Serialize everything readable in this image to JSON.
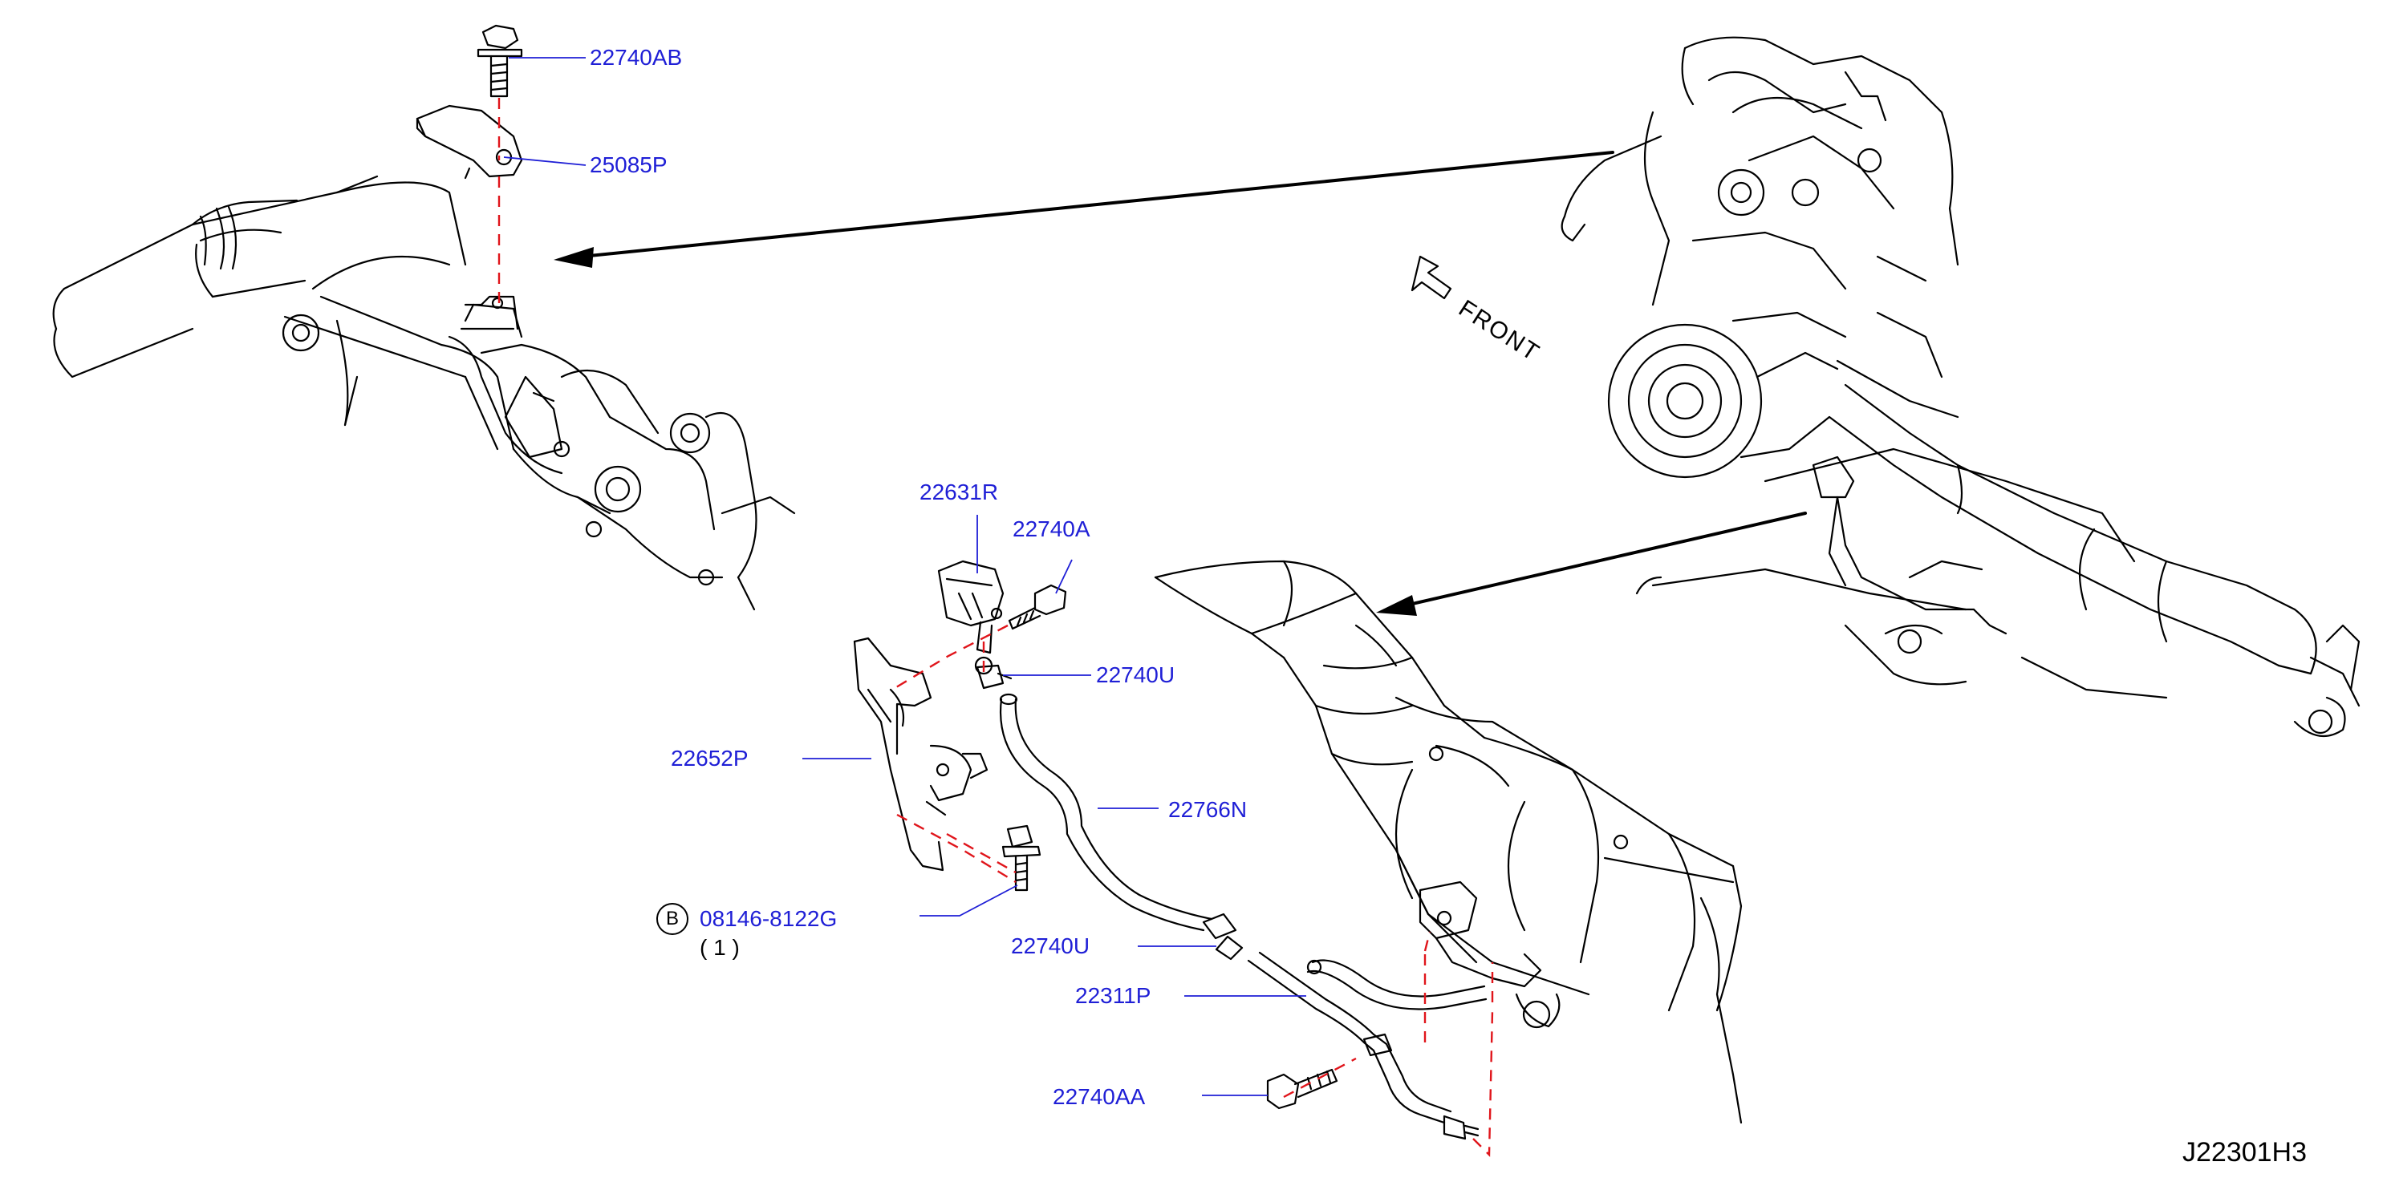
{
  "diagram_code": "J22301H3",
  "front_label": "FRONT",
  "bolt_symbol": "B",
  "parts": [
    {
      "id": "p_22740AB",
      "label": "22740AB"
    },
    {
      "id": "p_25085P",
      "label": "25085P"
    },
    {
      "id": "p_22631R",
      "label": "22631R"
    },
    {
      "id": "p_22740A",
      "label": "22740A"
    },
    {
      "id": "p_22740U_top",
      "label": "22740U"
    },
    {
      "id": "p_22652P",
      "label": "22652P"
    },
    {
      "id": "p_22766N",
      "label": "22766N"
    },
    {
      "id": "p_08146",
      "label": "08146-8122G"
    },
    {
      "id": "p_22740U_bottom",
      "label": "22740U"
    },
    {
      "id": "p_22311P",
      "label": "22311P"
    },
    {
      "id": "p_22740AA",
      "label": "22740AA"
    }
  ],
  "quantity_note": "(   1   )",
  "colors": {
    "label": "#1f1fd6",
    "line": "#000000",
    "dashed": "#e0151b"
  }
}
